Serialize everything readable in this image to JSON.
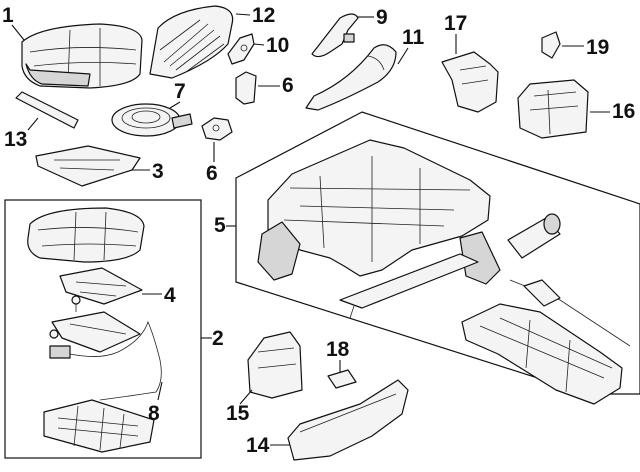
{
  "diagram": {
    "callouts": {
      "c1": "1",
      "c2": "2",
      "c3": "3",
      "c4": "4",
      "c5": "5",
      "c6a": "6",
      "c6b": "6",
      "c7": "7",
      "c8": "8",
      "c9": "9",
      "c10": "10",
      "c11": "11",
      "c12": "12",
      "c13": "13",
      "c14": "14",
      "c15": "15",
      "c16": "16",
      "c17": "17",
      "c18": "18",
      "c19": "19"
    }
  }
}
